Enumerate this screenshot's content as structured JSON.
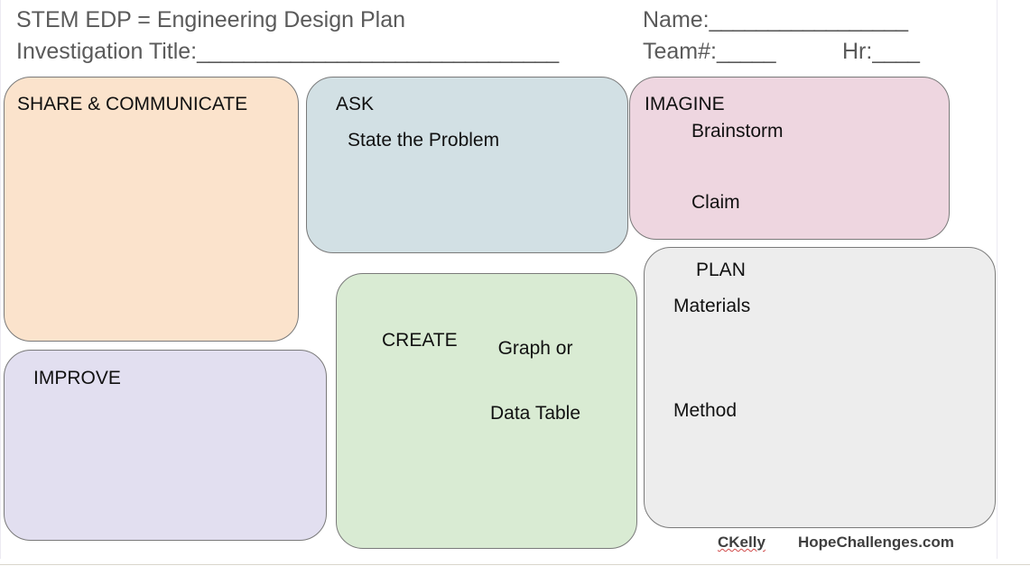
{
  "header": {
    "title": "STEM  EDP =  Engineering Design Plan",
    "investigation_label": "Investigation Title:",
    "investigation_blank": "_______________________________",
    "name_label": "Name:",
    "name_blank": "_________________",
    "team_label": "Team#:",
    "team_blank": "_____",
    "hr_label": "Hr:",
    "hr_blank": "____"
  },
  "boxes": {
    "share": {
      "title": "SHARE & COMMUNICATE",
      "color": "#fbe3cc"
    },
    "ask": {
      "title": "ASK",
      "subtitle": "State the Problem",
      "color": "#d2e0e4"
    },
    "imagine": {
      "title": "IMAGINE",
      "item1": "Brainstorm",
      "item2": "Claim",
      "color": "#eed6e0"
    },
    "create": {
      "title": "CREATE",
      "artifact_line1": "Graph or",
      "artifact_line2": "Data Table",
      "color": "#d9ebd3"
    },
    "plan": {
      "title": "PLAN",
      "item1": "Materials",
      "item2": "Method",
      "color": "#ededed"
    },
    "improve": {
      "title": "IMPROVE",
      "color": "#e2dff0"
    }
  },
  "footer": {
    "author": "CKelly",
    "site": "HopeChallenges.com"
  }
}
